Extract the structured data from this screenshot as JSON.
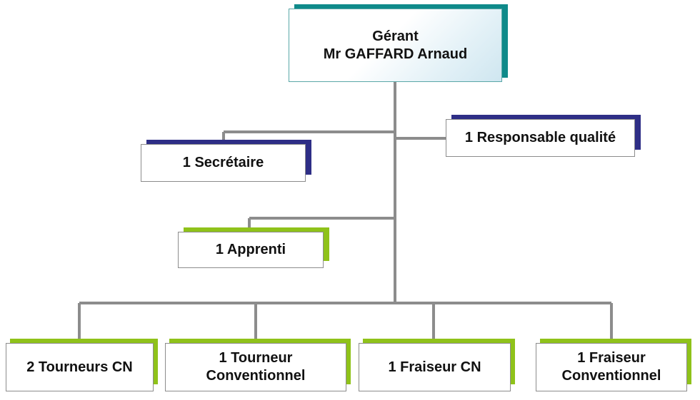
{
  "colors": {
    "connector": "#8c8c8c",
    "root_accent": "#0f8a8a",
    "staff_accent": "#2e2e86",
    "production_accent": "#8fc21a"
  },
  "org": {
    "root": {
      "title": "Gérant",
      "name": "Mr GAFFARD Arnaud"
    },
    "staff": {
      "secretary": "1 Secrétaire",
      "quality": "1 Responsable qualité",
      "apprentice": "1 Apprenti"
    },
    "production": [
      "2 Tourneurs CN",
      "1 Tourneur\nConventionnel",
      "1 Fraiseur CN",
      "1 Fraiseur\nConventionnel"
    ]
  }
}
